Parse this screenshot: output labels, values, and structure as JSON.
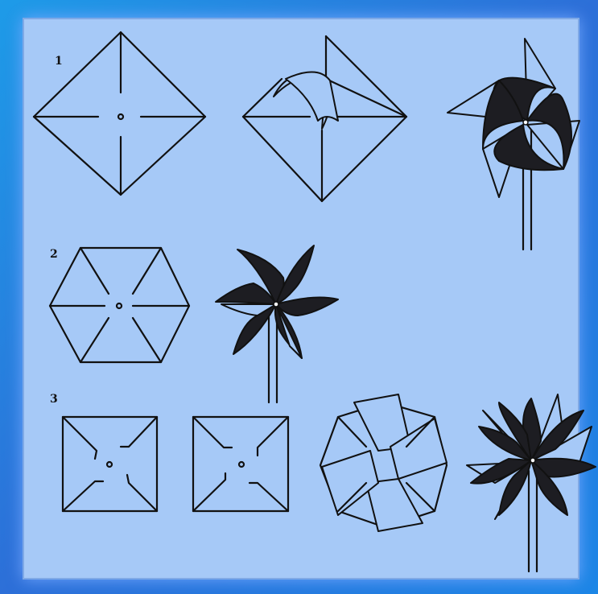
{
  "colors": {
    "frame": "#1f8fe0",
    "panel": "#a6c9f7",
    "ink": "#111111"
  },
  "rows": [
    {
      "label": "1",
      "steps": [
        "square-sheet",
        "folded-square",
        "pinwheel-4"
      ]
    },
    {
      "label": "2",
      "steps": [
        "hexagon-sheet",
        "pinwheel-6"
      ]
    },
    {
      "label": "3",
      "steps": [
        "square-sheet-a",
        "square-sheet-b",
        "octagon-fold",
        "pinwheel-8"
      ]
    }
  ]
}
